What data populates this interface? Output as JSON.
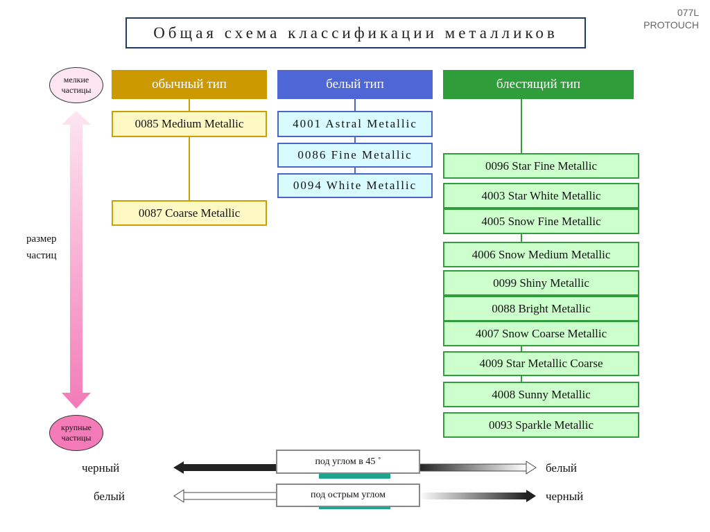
{
  "code": "077L",
  "brand": "PROTOUCH",
  "title": "Общая схема классификации металликов",
  "scale": {
    "top_ellipse": [
      "мелкие",
      "частицы"
    ],
    "bottom_ellipse": [
      "крупные",
      "частицы"
    ],
    "label": [
      "размер",
      "частиц"
    ]
  },
  "columns": [
    {
      "header": "обычный тип",
      "color": "#cc9900",
      "items": [
        "0085  Medium Metallic",
        "0087 Coarse Metallic"
      ]
    },
    {
      "header": "белый тип",
      "color": "#4f67d6",
      "items": [
        "4001  Astral  Metallic",
        "0086  Fine  Metallic",
        "0094  White  Metallic"
      ]
    },
    {
      "header": "блестящий тип",
      "color": "#2e9d3a",
      "items": [
        "0096 Star Fine Metallic",
        "4003 Star White Metallic",
        "4005 Snow Fine Metallic",
        "4006 Snow Medium Metallic",
        "0099 Shiny Metallic",
        "0088 Bright Metallic",
        "4007 Snow Coarse Metallic",
        "4009 Star Metallic Coarse",
        "4008 Sunny Metallic",
        "0093 Sparkle Metallic"
      ]
    }
  ],
  "legend": {
    "row1": {
      "left": "черный",
      "box": "под углом в 45 ˚",
      "right": "белый"
    },
    "row2": {
      "left": "белый",
      "box": "под острым углом",
      "right": "черный"
    }
  }
}
